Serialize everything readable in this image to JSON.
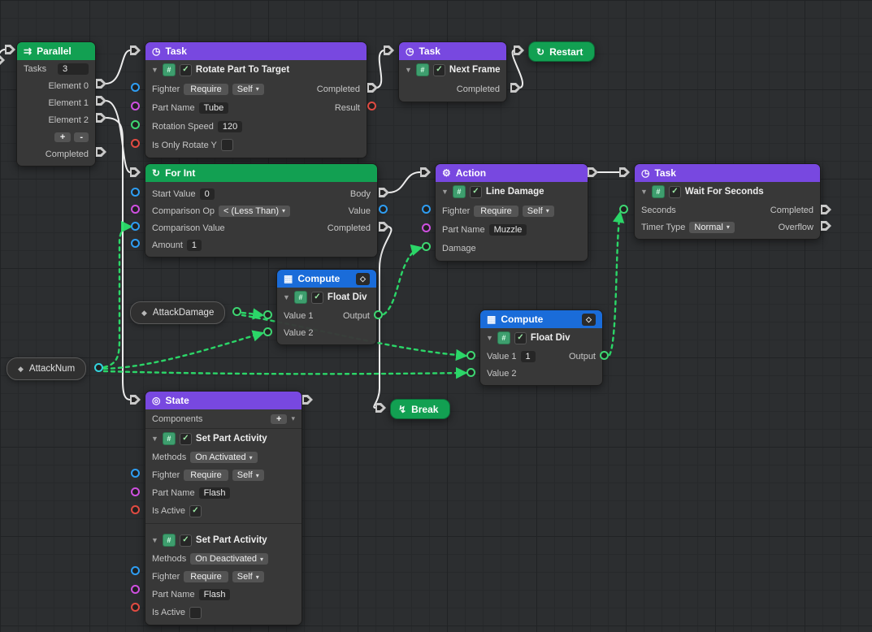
{
  "icons": {
    "parallel": "⇉",
    "task": "◷",
    "restart": "↻",
    "for_int": "↻",
    "action": "⚙",
    "compute": "▦",
    "state": "◎",
    "break_node": "↯",
    "variable": "◆",
    "foldout": "▼",
    "dropdown": "▾",
    "check": "✓",
    "diamond": "◇",
    "script": "#"
  },
  "colors": {
    "header_green": "#12a052",
    "header_purple": "#7848e0",
    "header_blue": "#1a6cd9",
    "port_blue": "#2e9df2",
    "port_magenta": "#ce50e0",
    "port_green": "#3ed672",
    "port_red": "#e04b42",
    "port_cyan": "#32d3de",
    "wire_white": "#ececec",
    "wire_green": "#2be06b"
  },
  "nodes": {
    "parallel": {
      "title": "Parallel",
      "tasks_label": "Tasks",
      "tasks_count": "3",
      "elements": [
        "Element 0",
        "Element 1",
        "Element 2"
      ],
      "add": "+",
      "remove": "-",
      "completed": "Completed"
    },
    "task_rotate": {
      "title": "Task",
      "component": "Rotate Part To Target",
      "fighter": "Fighter",
      "require": "Require",
      "self": "Self",
      "completed": "Completed",
      "part_name": "Part Name",
      "part_name_value": "Tube",
      "result": "Result",
      "rotation_speed": "Rotation Speed",
      "rotation_speed_value": "120",
      "is_only_rotate_y": "Is Only Rotate Y"
    },
    "task_next": {
      "title": "Task",
      "component": "Next Frame",
      "completed": "Completed"
    },
    "restart": {
      "title": "Restart"
    },
    "for_int": {
      "title": "For Int",
      "start_value": "Start Value",
      "start_value_default": "0",
      "body": "Body",
      "comparison_op": "Comparison Op",
      "comparison_op_value": "< (Less Than)",
      "value": "Value",
      "comparison_value": "Comparison Value",
      "completed": "Completed",
      "amount": "Amount",
      "amount_value": "1"
    },
    "action": {
      "title": "Action",
      "component": "Line Damage",
      "fighter": "Fighter",
      "require": "Require",
      "self": "Self",
      "part_name": "Part Name",
      "part_name_value": "Muzzle",
      "damage": "Damage"
    },
    "task_wait": {
      "title": "Task",
      "component": "Wait For Seconds",
      "seconds": "Seconds",
      "completed": "Completed",
      "timer_type": "Timer Type",
      "timer_type_value": "Normal",
      "overflow": "Overflow"
    },
    "compute_1": {
      "title": "Compute",
      "component": "Float Div",
      "value1": "Value 1",
      "value2": "Value 2",
      "output": "Output"
    },
    "compute_2": {
      "title": "Compute",
      "component": "Float Div",
      "value1": "Value 1",
      "value1_value": "1",
      "value2": "Value 2",
      "output": "Output"
    },
    "attack_damage": {
      "label": "AttackDamage"
    },
    "attack_num": {
      "label": "AttackNum"
    },
    "state": {
      "title": "State",
      "components_label": "Components",
      "add": "+",
      "sections": [
        {
          "component": "Set Part Activity",
          "methods": "Methods",
          "methods_value": "On Activated",
          "fighter": "Fighter",
          "require": "Require",
          "self": "Self",
          "part_name": "Part Name",
          "part_name_value": "Flash",
          "is_active": "Is Active"
        },
        {
          "component": "Set Part Activity",
          "methods": "Methods",
          "methods_value": "On Deactivated",
          "fighter": "Fighter",
          "require": "Require",
          "self": "Self",
          "part_name": "Part Name",
          "part_name_value": "Flash",
          "is_active": "Is Active"
        }
      ]
    },
    "break_node": {
      "title": "Break"
    }
  }
}
